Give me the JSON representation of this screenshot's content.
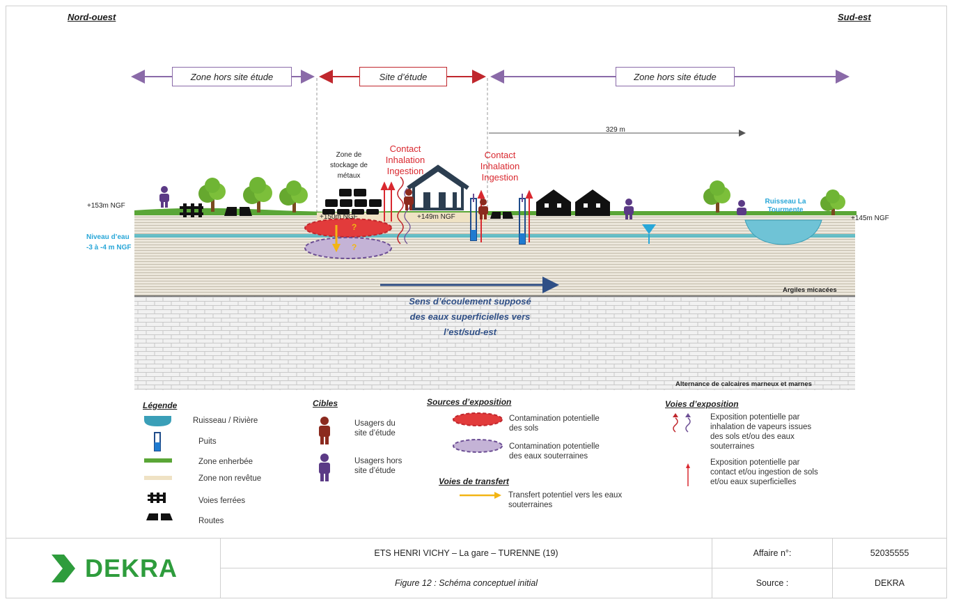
{
  "directions": {
    "nw": "Nord-ouest",
    "se": "Sud-est"
  },
  "zones": {
    "left": "Zone hors site étude",
    "center": "Site d’étude",
    "right": "Zone hors site étude"
  },
  "distance": "329 m",
  "labels": {
    "storage": [
      "Zone de",
      "stockage de",
      "métaux"
    ],
    "contact1": [
      "Contact",
      "Inhalation",
      "Ingestion"
    ],
    "contact2": [
      "Contact",
      "Inhalation",
      "Ingestion"
    ],
    "alt153": "+153m NGF",
    "alt150": "+150m NGF",
    "alt149": "+149m NGF",
    "alt145": "+145m NGF",
    "water1": "Niveau d’eau",
    "water2": "-3  à -4 m NGF",
    "ruisseau1": "Ruisseau La",
    "ruisseau2": "Tourmente",
    "argiles": "Argiles micacées",
    "calcaires": "Alternance de calcaires marneux et marnes",
    "flow": [
      "Sens d’écoulement supposé",
      "des eaux superficielles vers",
      "l’est/sud-est"
    ],
    "q": "?"
  },
  "legend": {
    "title": "Légende",
    "items": [
      "Ruisseau / Rivière",
      "Puits",
      "Zone enherbée",
      "Zone non revêtue",
      "Voies ferrées",
      "Routes"
    ],
    "cibles_title": "Cibles",
    "cible1": [
      "Usagers du",
      "site d’étude"
    ],
    "cible2": [
      "Usagers hors",
      "site d’étude"
    ],
    "sources_title": "Sources d’exposition",
    "source1": [
      "Contamination potentielle",
      "des sols"
    ],
    "source2": [
      "Contamination potentielle",
      "des eaux souterraines"
    ],
    "transfert_title": "Voies de transfert",
    "transfert1": [
      "Transfert potentiel vers les eaux",
      "souterraines"
    ],
    "voies_title": "Voies d’exposition",
    "voie1": [
      "Exposition potentielle par",
      "inhalation de vapeurs issues",
      "des sols et/ou des eaux",
      "souterraines"
    ],
    "voie2": [
      "Exposition potentielle par",
      "contact et/ou ingestion de sols",
      "et/ou eaux superficielles"
    ]
  },
  "footer": {
    "logo": "DEKRA",
    "project": "ETS HENRI VICHY – La gare – TURENNE (19)",
    "figure": "Figure 12 : Schéma conceptuel initial",
    "affaire_label": "Affaire n°:",
    "affaire_value": "52035555",
    "source_label": "Source :",
    "source_value": "DEKRA"
  },
  "colors": {
    "red": "#d9282f",
    "purple": "#5b3a86",
    "blue": "#29a7d8",
    "navy": "#2f4f86",
    "grass": "#5aa637",
    "sand": "#efe2c4",
    "dekra": "#2e9c3c"
  }
}
